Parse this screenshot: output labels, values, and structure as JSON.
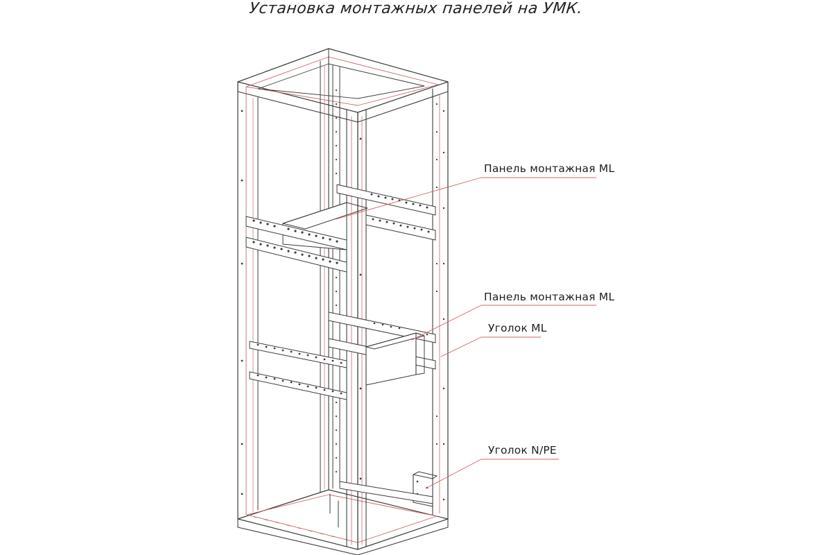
{
  "title": "Установка монтажных панелей на УМК.",
  "colors": {
    "frame_outline": "#3c3c3c",
    "frame_inner": "#c46a6a",
    "leader_line": "#d46060",
    "text": "#1e1e1e",
    "background": "#ffffff"
  },
  "labels": {
    "panel_upper": "Панель монтажная ML",
    "panel_lower": "Панель монтажная ML",
    "corner_ml": "Уголок ML",
    "corner_npe": "Уголок N/PE"
  }
}
